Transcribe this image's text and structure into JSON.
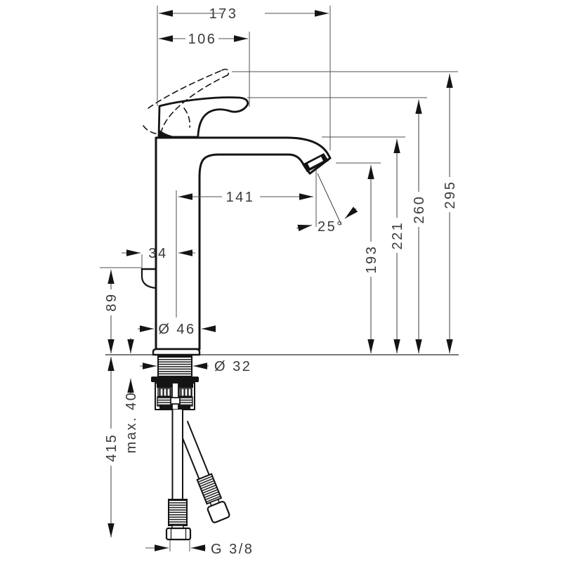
{
  "diagram": {
    "labels": {
      "overall_width": "173",
      "lever_width": "106",
      "spout_reach": "141",
      "rod_offset": "34",
      "rod_height": "89",
      "base_diameter": "Ø 46",
      "shank_diameter": "Ø 32",
      "max_deck_thickness": "max. 40",
      "hose_length": "415",
      "thread": "G 3/8",
      "spray_angle": "25°",
      "outlet_height": "193",
      "spout_top_height": "221",
      "lever_height": "260",
      "lever_raised_height": "295"
    },
    "colors": {
      "line": "#141414",
      "dim_line": "#4f4f4f",
      "text": "#3a3a3a",
      "background": "#ffffff"
    }
  }
}
